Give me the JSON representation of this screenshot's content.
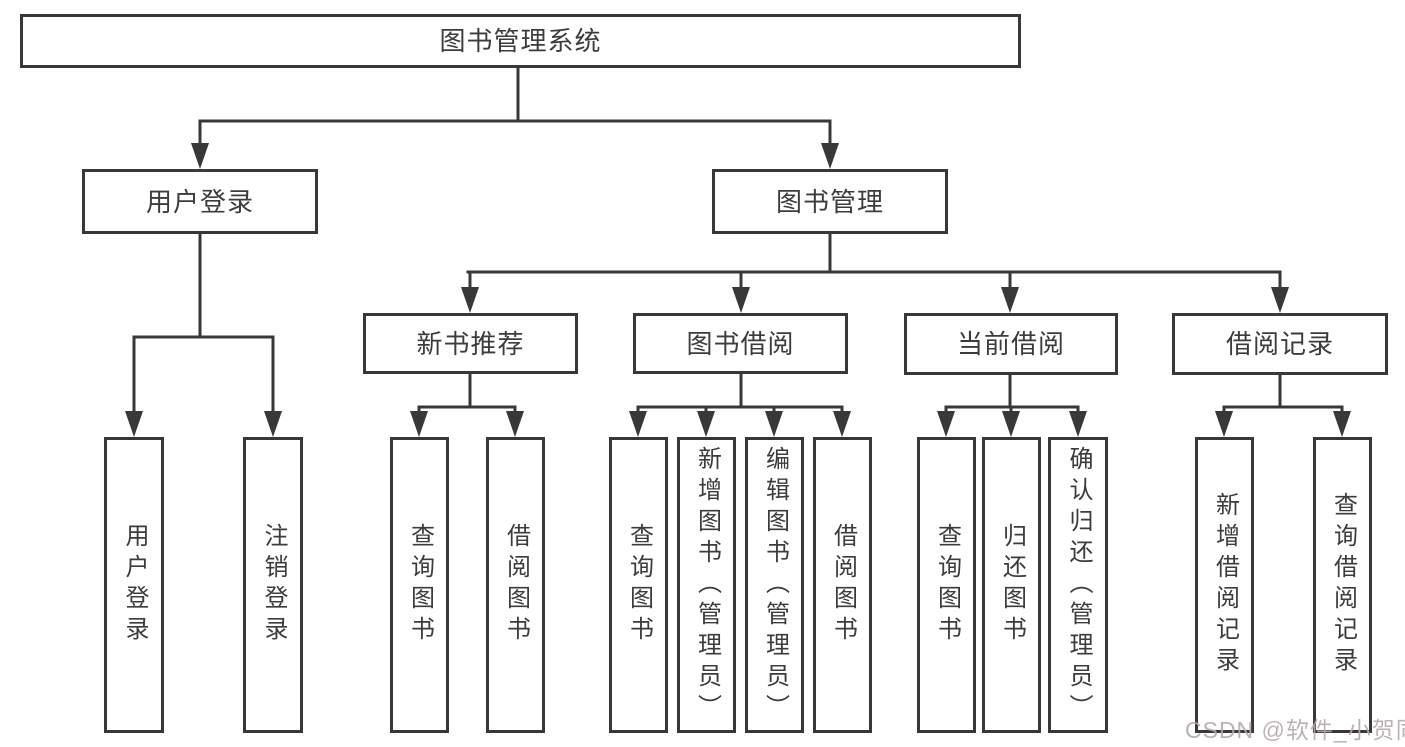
{
  "tree": {
    "root": "图书管理系统",
    "branches": [
      {
        "label": "用户登录",
        "children": [
          "用户登录",
          "注销登录"
        ]
      },
      {
        "label": "图书管理",
        "subBranches": [
          {
            "label": "新书推荐",
            "children": [
              "查询图书",
              "借阅图书"
            ]
          },
          {
            "label": "图书借阅",
            "children": [
              "查询图书",
              "新增图书（管理员）",
              "编辑图书（管理员）",
              "借阅图书"
            ]
          },
          {
            "label": "当前借阅",
            "children": [
              "查询图书",
              "归还图书",
              "确认归还（管理员）"
            ]
          },
          {
            "label": "借阅记录",
            "children": [
              "新增借阅记录",
              "查询借阅记录"
            ]
          }
        ]
      }
    ]
  },
  "watermark": {
    "text": "CSDN @软件_小贺同学"
  },
  "colors": {
    "line": "#383838",
    "text": "#3c3c3c",
    "background": "#ffffff",
    "watermark": "#b4abab"
  }
}
